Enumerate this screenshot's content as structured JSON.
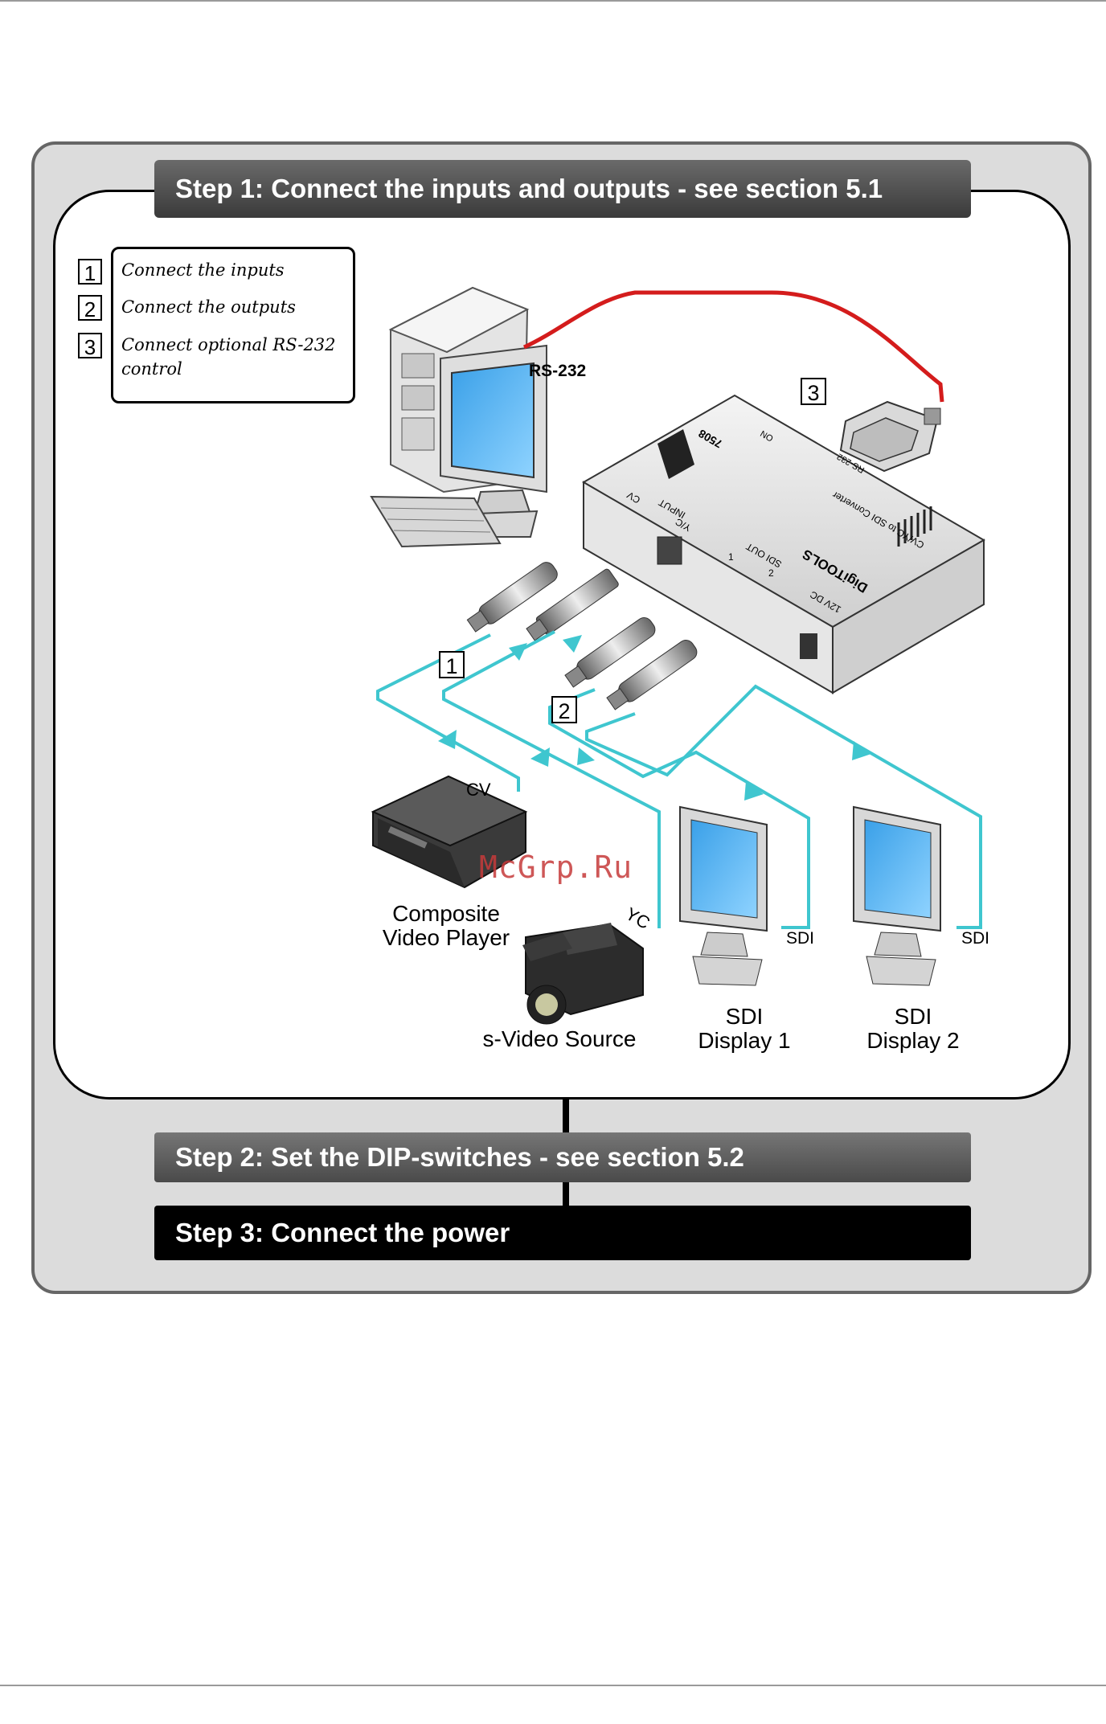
{
  "steps": {
    "step1": "Step 1: Connect the inputs and outputs - see section 5.1",
    "step2": "Step 2: Set the DIP-switches - see section 5.2",
    "step3": "Step 3: Connect the power"
  },
  "legend": [
    {
      "num": "1",
      "text": "Connect the inputs"
    },
    {
      "num": "2",
      "text": "Connect the outputs"
    },
    {
      "num": "3",
      "text": "Connect optional RS-232 control"
    }
  ],
  "callouts": {
    "one": "1",
    "two": "2",
    "three": "3"
  },
  "labels": {
    "rs232": "RS-232",
    "cv": "CV",
    "yc": "YC",
    "sdi1": "SDI",
    "sdi2": "SDI",
    "composite_line1": "Composite",
    "composite_line2": "Video Player",
    "svideo": "s-Video Source",
    "display1_line1": "SDI",
    "display1_line2": "Display 1",
    "display2_line1": "SDI",
    "display2_line2": "Display 2"
  },
  "device_labels": {
    "brand": "DigiTOOLS",
    "model": "CV/YC to SDI Converter",
    "model_no": "7508",
    "input": "INPUT",
    "cv": "CV",
    "yc": "Y/C",
    "sdi_out": "SDI OUT",
    "out1": "1",
    "out2": "2",
    "power": "12V DC",
    "rs232": "RS-232",
    "on": "ON"
  },
  "watermark": "McGrp.Ru",
  "colors": {
    "cable_red": "#d41c1c",
    "cable_cyan": "#3fc6cf",
    "bar_dark": "#4a4a4a",
    "panel_grey": "#dcdcdc"
  }
}
